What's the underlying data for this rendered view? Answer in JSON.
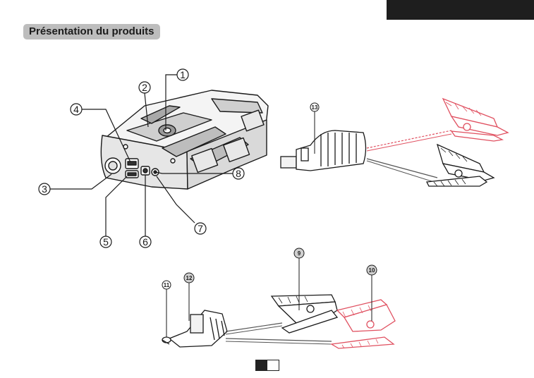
{
  "page": {
    "section_title": "Présentation du produits",
    "accent_dark": "#1e1e1e",
    "pill_color": "#bdbdbd",
    "clamp_red": "#e05060"
  },
  "callouts": {
    "c1": "1",
    "c2": "2",
    "c3": "3",
    "c4": "4",
    "c5": "5",
    "c6": "6",
    "c7": "7",
    "c8": "8",
    "c9": "9",
    "c10": "10",
    "c11": "11",
    "c12": "12",
    "c13": "13"
  }
}
